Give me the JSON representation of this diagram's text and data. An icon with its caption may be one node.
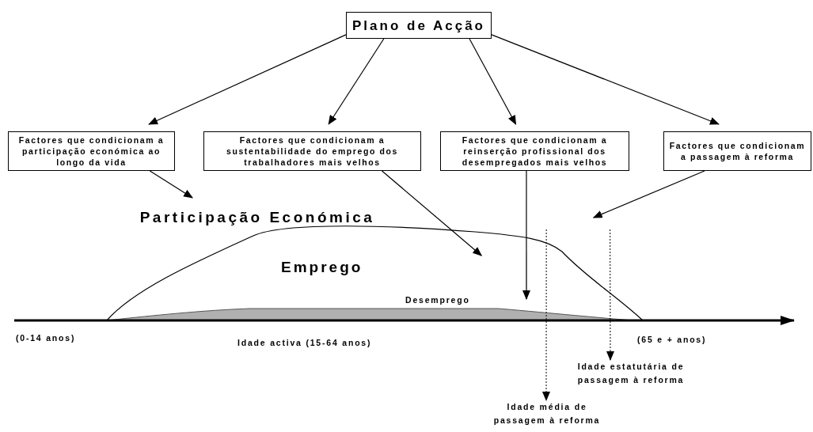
{
  "diagram": {
    "nodes": [
      {
        "text": [
          "Plano de Acção"
        ]
      },
      {
        "text": [
          "Factores que condicionam a participação económica ao longo da vida"
        ]
      },
      {
        "text": [
          "Factores que condicionam a sustentabilidade do emprego dos trabalhadores mais velhos"
        ]
      },
      {
        "text": [
          "Factores que condicionam a reinserção profissional dos desempregados mais velhos"
        ]
      },
      {
        "text": [
          "Factores que condicionam a passagem à reforma"
        ]
      },
      {
        "text": [
          "Participação Económica"
        ]
      },
      {
        "text": [
          "Idade estatutária de passagem à reforma"
        ]
      },
      {
        "text": [
          "Idade média de passagem à reforma"
        ]
      },
      {
        "text": [],
        "shape": "curve",
        "beside": [
          "Emprego"
        ]
      },
      {
        "text": [],
        "shape": "area",
        "in": 8,
        "beside": [
          "Desemprego"
        ]
      }
    ],
    "edges": [
      {
        "from": 0,
        "to": 1,
        "arrow": "to"
      },
      {
        "from": 0,
        "to": 2,
        "arrow": "to"
      },
      {
        "from": 0,
        "to": 3,
        "arrow": "to"
      },
      {
        "from": 0,
        "to": 4,
        "arrow": "to"
      },
      {
        "from": 1,
        "to": 5,
        "arrow": "to"
      },
      {
        "from": 2,
        "to": 8,
        "arrow": "to"
      },
      {
        "from": 3,
        "to": 9,
        "arrow": "to"
      },
      {
        "from": 4,
        "to": 8,
        "arrow": "to"
      },
      {
        "from": 8,
        "to": 6,
        "arrow": "to",
        "style": "dashed"
      },
      {
        "from": 8,
        "to": 7,
        "arrow": "to",
        "style": "dashed"
      }
    ],
    "labels": [
      "(0-14 anos)",
      "Idade activa (15-64 anos)",
      "(65 e + anos)"
    ]
  }
}
